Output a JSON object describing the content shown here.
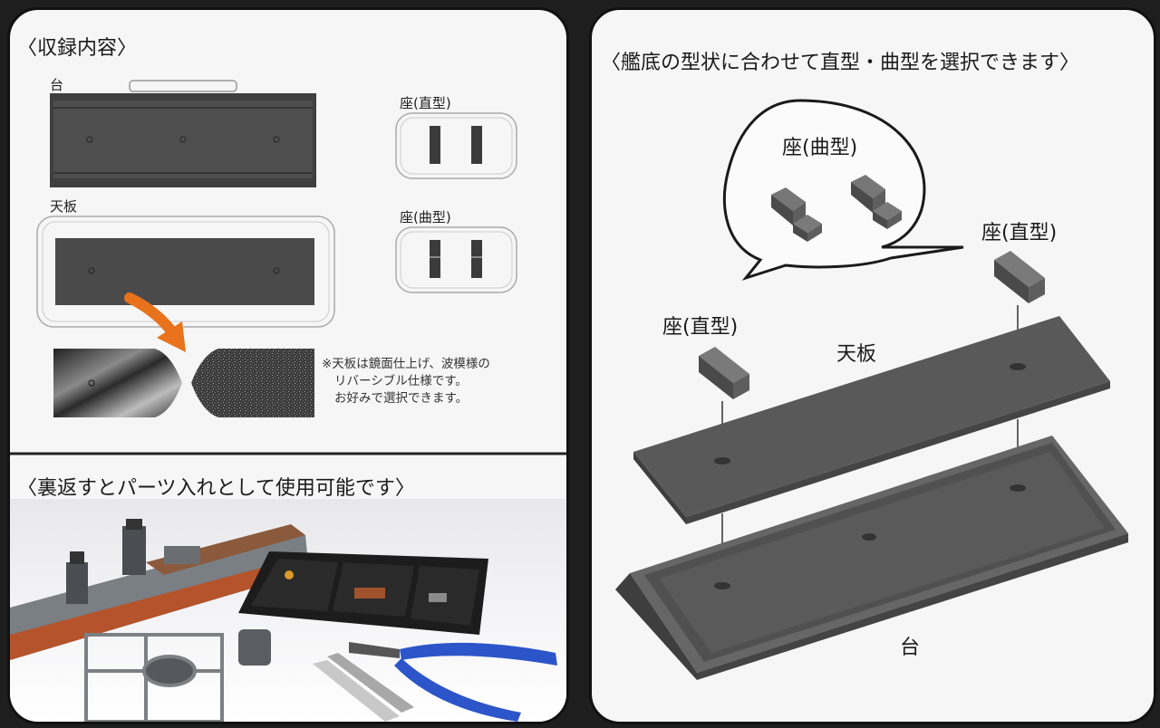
{
  "left_panel": {
    "contents_heading": "〈収録内容〉",
    "base_label": "台",
    "top_plate_label": "天板",
    "seat_straight_label": "座(直型)",
    "seat_curved_label": "座(曲型)",
    "note_lines": [
      "※天板は鏡面仕上げ、波模様の",
      "リバーシブル仕様です。",
      "お好みで選択できます。"
    ],
    "parts_case_heading": "〈裏返すとパーツ入れとして使用可能です〉"
  },
  "right_panel": {
    "heading": "〈艦底の型状に合わせて直型・曲型を選択できます〉",
    "seat_curved_label": "座(曲型)",
    "seat_straight_label_right": "座(直型)",
    "seat_straight_label_left": "座(直型)",
    "top_plate_label": "天板",
    "base_label": "台"
  },
  "colors": {
    "panel_bg": "#f6f6f6",
    "part_gray": "#4a4a4a",
    "accent_arrow": "#e8731c",
    "pliers_handle": "#2b55c8"
  }
}
